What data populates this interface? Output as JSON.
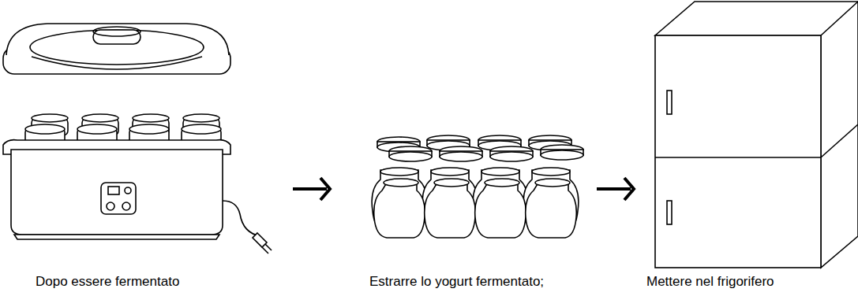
{
  "diagram": {
    "nodes": [
      {
        "text": [
          "Dopo essere fermentato"
        ]
      },
      {
        "text": [
          "Estrarre lo yogurt fermentato;"
        ]
      },
      {
        "text": [
          "Mettere nel frigorifero"
        ]
      }
    ],
    "edges": [
      {
        "from": 0,
        "to": 1,
        "arrow": "to"
      },
      {
        "from": 1,
        "to": 2,
        "arrow": "to"
      }
    ]
  }
}
